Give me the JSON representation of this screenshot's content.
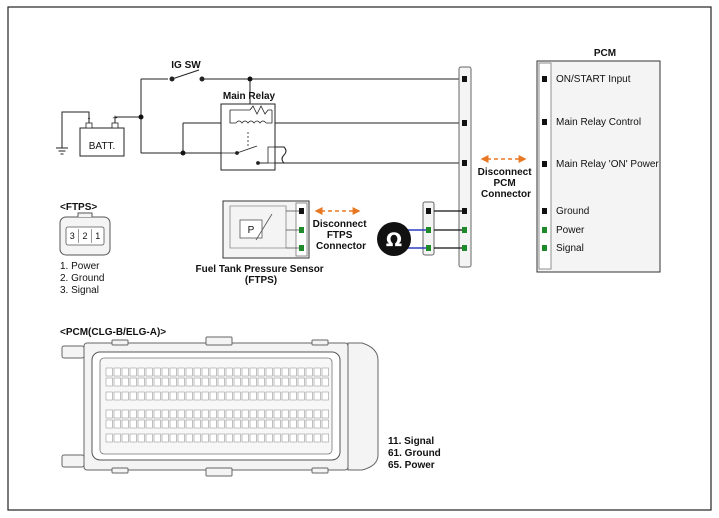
{
  "pcm": {
    "title": "PCM",
    "pins": [
      {
        "label": "ON/START Input",
        "color": "#111111"
      },
      {
        "label": "Main Relay Control",
        "color": "#111111"
      },
      {
        "label": "Main Relay 'ON' Power",
        "color": "#111111"
      },
      {
        "label": "Ground",
        "color": "#111111"
      },
      {
        "label": "Power",
        "color": "#1f8a2a"
      },
      {
        "label": "Signal",
        "color": "#1f8a2a"
      }
    ]
  },
  "circuit": {
    "ig_sw": "IG SW",
    "batt": "BATT.",
    "batt_minus": "-",
    "batt_plus": "+",
    "main_relay": "Main Relay",
    "sensor_symbol": "P",
    "ohm_symbol": "Ω"
  },
  "disconnect_pcm": [
    "Disconnect",
    "PCM",
    "Connector"
  ],
  "disconnect_ftps": [
    "Disconnect",
    "FTPS",
    "Connector"
  ],
  "ftps_sensor": [
    "Fuel Tank Pressure Sensor",
    "(FTPS)"
  ],
  "ftps_connector": {
    "title": "<FTPS>",
    "pin_numbers": [
      "3",
      "2",
      "1"
    ],
    "pins": [
      {
        "label": "1. Power",
        "color": "#111111"
      },
      {
        "label": "2. Ground",
        "color": "#111111"
      },
      {
        "label": "3. Signal",
        "color": "#1f8a2a"
      }
    ]
  },
  "pcm_connector": {
    "title": "<PCM(CLG-B/ELG-A)>",
    "pins": [
      {
        "label": "11. Signal",
        "color": "#1f8a2a"
      },
      {
        "label": "61. Ground",
        "color": "#111111"
      },
      {
        "label": "65. Power",
        "color": "#111111"
      }
    ]
  },
  "colors": {
    "accent_green": "#1f8a2a",
    "arrow_orange": "#e87722",
    "ground_wire": "#111111",
    "power_wire": "#2b3fc0",
    "panel_fill": "#f4f4f4"
  },
  "icons": {
    "arrow": "double-headed-arrow-icon",
    "ohmmeter": "ohmmeter-icon",
    "ground": "ground-icon",
    "switch": "switch-icon",
    "coil": "relay-coil-icon"
  }
}
